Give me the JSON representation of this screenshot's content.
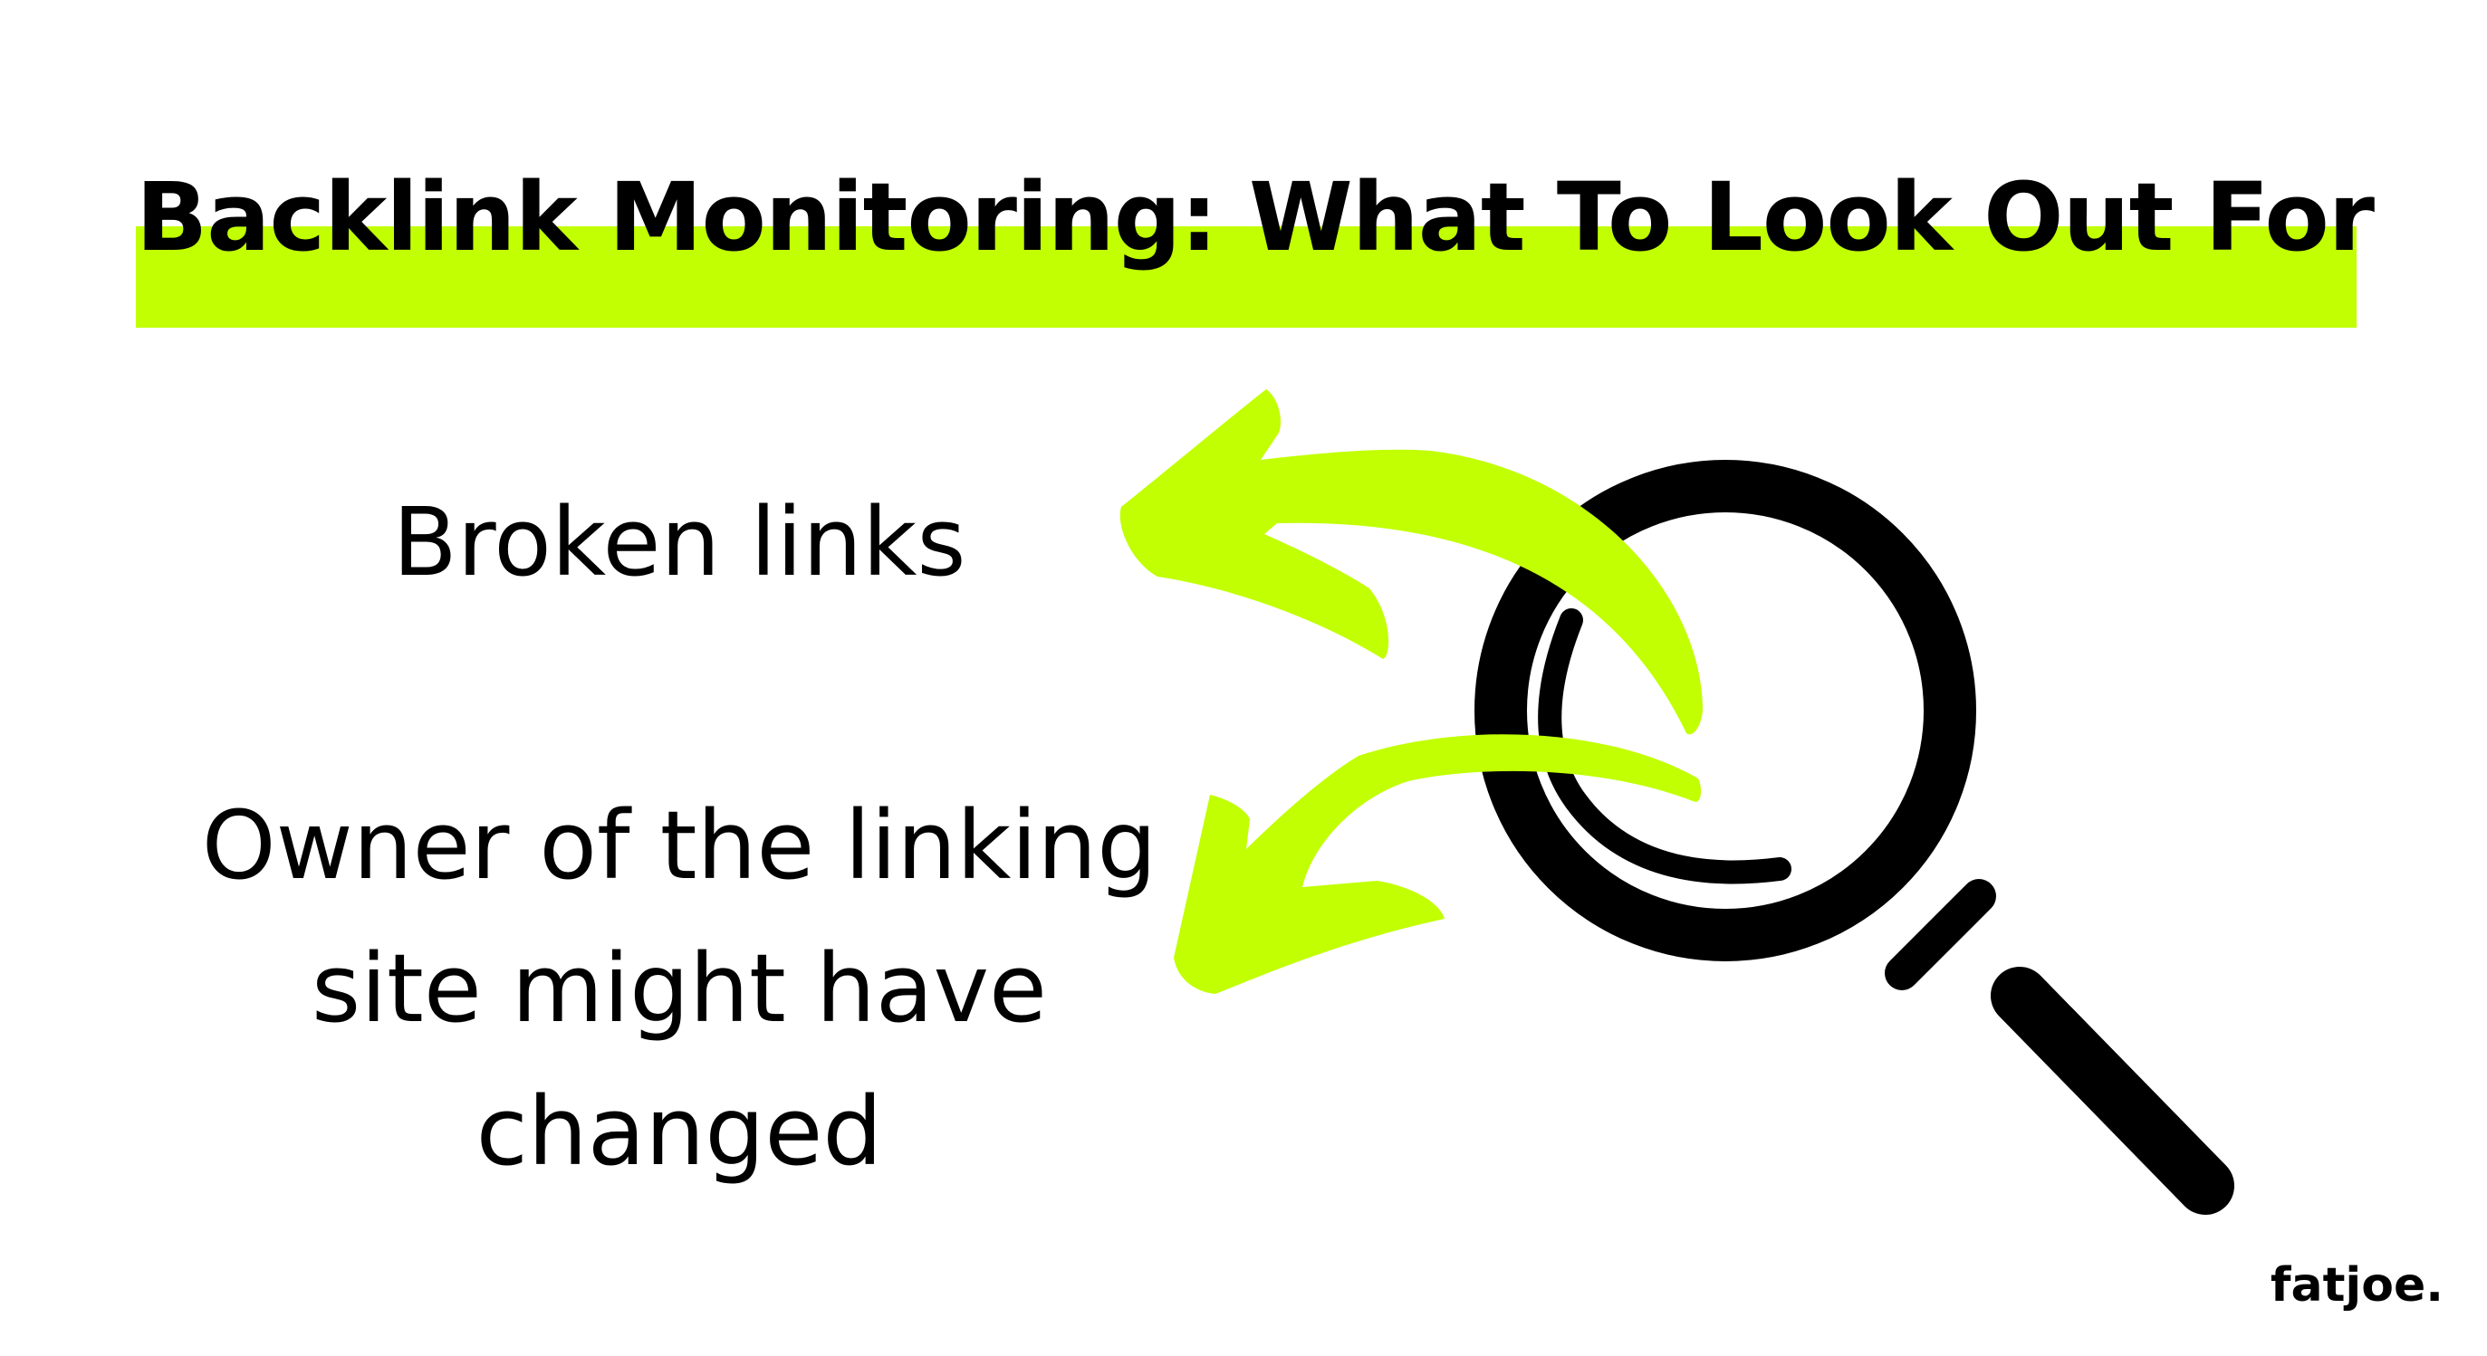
{
  "title": "Backlink Monitoring: What To Look Out For",
  "items": [
    {
      "label": "Broken links"
    },
    {
      "label": "Owner of the linking site might have changed"
    }
  ],
  "brand": "fatjoe.",
  "colors": {
    "accent": "#c1ff02",
    "text": "#000000",
    "background": "#ffffff"
  },
  "icons": [
    "magnifying-glass-icon",
    "curved-arrow-up-left-icon",
    "curved-arrow-down-left-icon"
  ]
}
